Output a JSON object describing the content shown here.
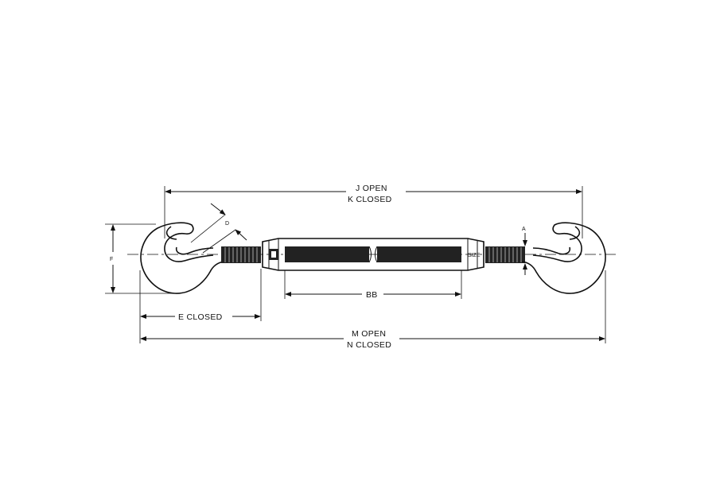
{
  "labels": {
    "j_open": "J OPEN",
    "k_closed": "K CLOSED",
    "d": "D",
    "f": "F",
    "a": "A",
    "bb": "BB",
    "e_closed": "E CLOSED",
    "m_open": "M OPEN",
    "n_closed": "N CLOSED",
    "size": "SIZE"
  }
}
